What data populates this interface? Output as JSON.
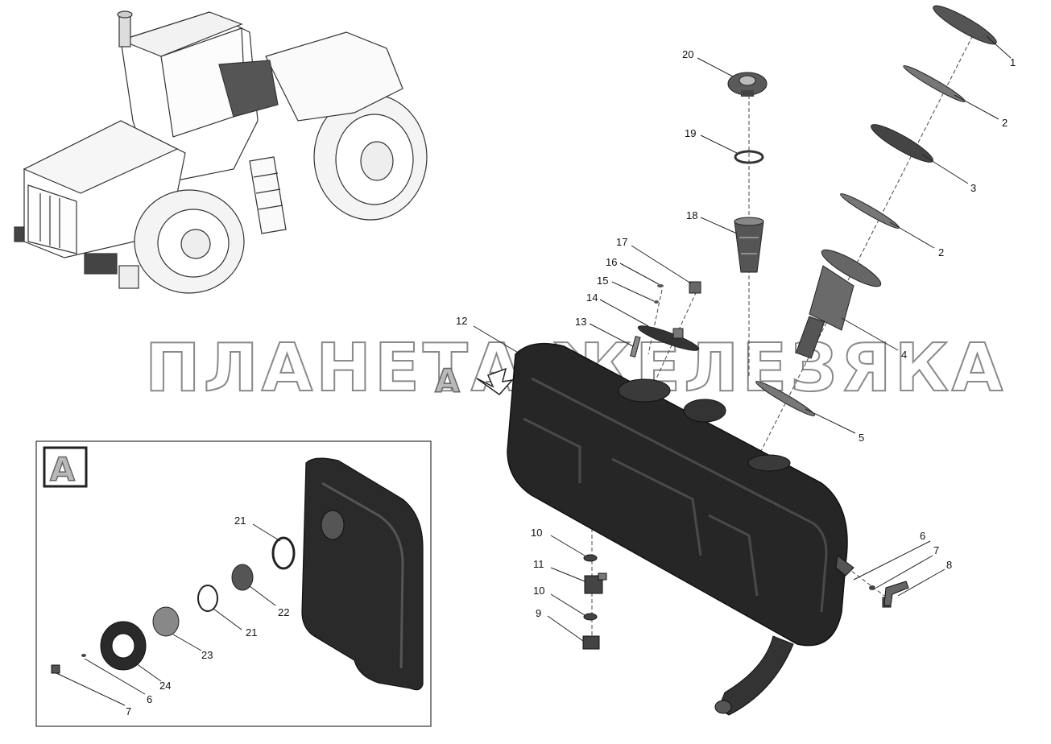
{
  "watermark": "ПЛАНЕТА ЖЕЛЕЗЯКА",
  "view_marker": "A",
  "inset_title": "A",
  "callouts": {
    "c1": "1",
    "c2a": "2",
    "c3": "3",
    "c2b": "2",
    "c4": "4",
    "c5": "5",
    "c20": "20",
    "c19": "19",
    "c18": "18",
    "c17": "17",
    "c16": "16",
    "c15": "15",
    "c14": "14",
    "c13": "13",
    "c12": "12",
    "c6": "6",
    "c7": "7",
    "c8": "8",
    "c10a": "10",
    "c11": "11",
    "c10b": "10",
    "c9": "9",
    "i21a": "21",
    "i22": "22",
    "i21b": "21",
    "i23": "23",
    "i24": "24",
    "i6": "6",
    "i7": "7"
  }
}
